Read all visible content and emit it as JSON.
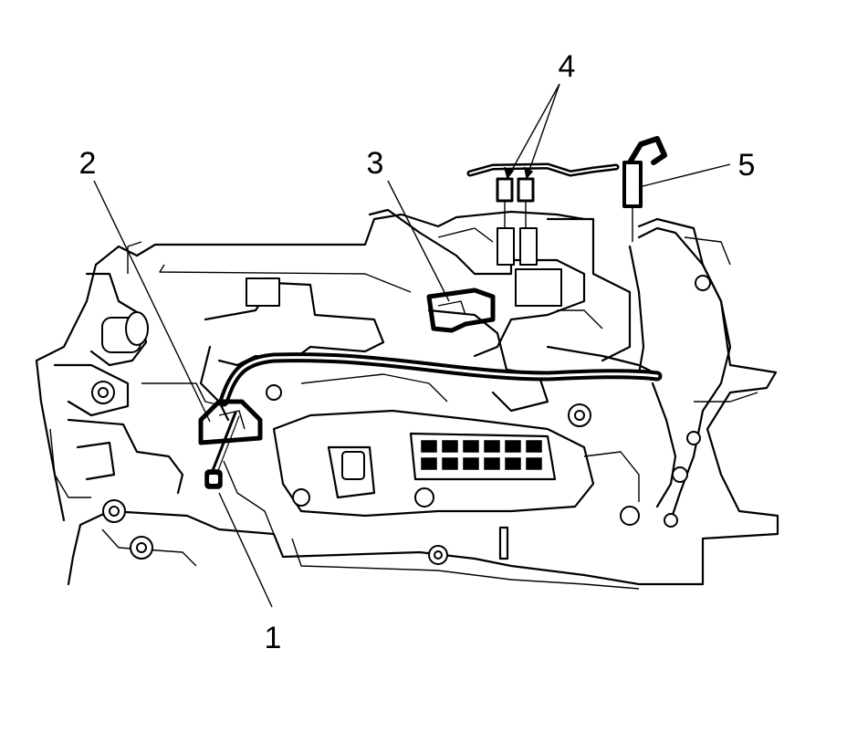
{
  "callouts": [
    {
      "label": "1",
      "part": "bolt"
    },
    {
      "label": "2",
      "part": "harness-clip"
    },
    {
      "label": "3",
      "part": "harness-connector"
    },
    {
      "label": "4",
      "part": "electrical-connectors"
    },
    {
      "label": "5",
      "part": "harness-end-connector"
    }
  ],
  "colors": {
    "line": "#000000",
    "background": "#ffffff"
  }
}
